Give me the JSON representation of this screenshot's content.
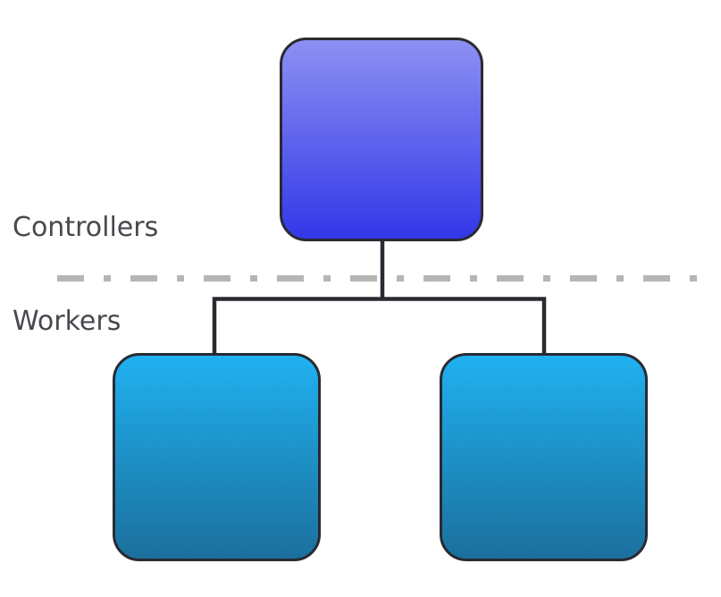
{
  "diagram": {
    "type": "hierarchy-tree",
    "layers": [
      {
        "id": "controllers",
        "label": "Controllers"
      },
      {
        "id": "workers",
        "label": "Workers"
      }
    ],
    "nodes": [
      {
        "id": "controller-node",
        "layer": "controllers",
        "label": ""
      },
      {
        "id": "worker-node-1",
        "layer": "workers",
        "label": ""
      },
      {
        "id": "worker-node-2",
        "layer": "workers",
        "label": ""
      }
    ],
    "edges": [
      {
        "from": "controller-node",
        "to": "worker-node-1"
      },
      {
        "from": "controller-node",
        "to": "worker-node-2"
      }
    ],
    "divider_style": "dash-dot"
  },
  "colors": {
    "background": "#ffffff",
    "label_text": "#48484f",
    "connector": "#2a2a32",
    "divider": "#b5b5b5",
    "controller_top": "#8d90f2",
    "controller_bottom": "#3237e8",
    "worker_top": "#20b1f0",
    "worker_bottom": "#1b709d"
  }
}
